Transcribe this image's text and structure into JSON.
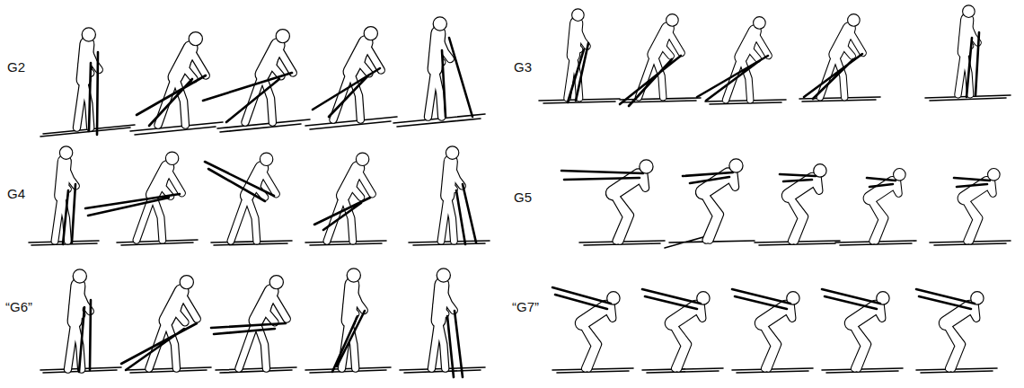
{
  "diagram": {
    "labels": [
      "G2",
      "G3",
      "G4",
      "G5",
      "“G6”",
      "“G7”"
    ]
  }
}
